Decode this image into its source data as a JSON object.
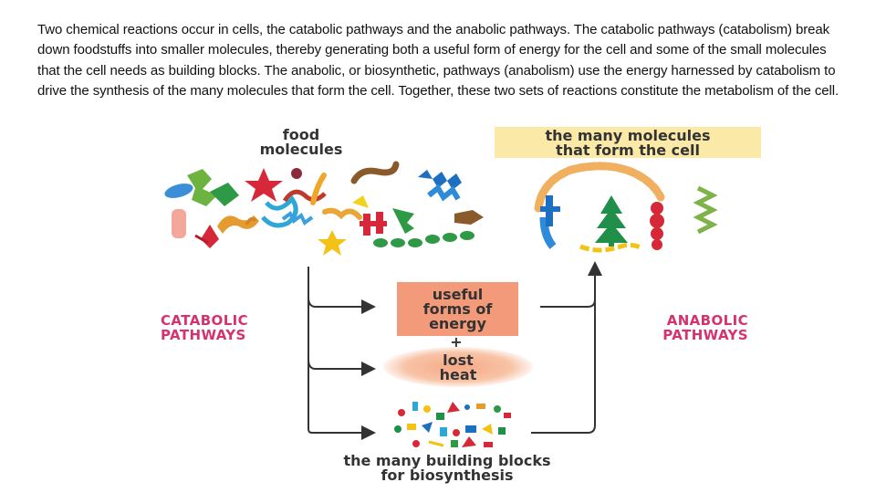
{
  "intro": {
    "text": "Two chemical reactions occur in cells, the catabolic pathways and the anabolic pathways. The catabolic pathways (catabolism) break down foodstuffs into smaller molecules, thereby generating both a useful form of energy for the cell and some of the small molecules that the cell needs as building blocks. The anabolic, or biosynthetic, pathways (anabolism) use the energy harnessed by catabolism to drive the synthesis of the many molecules that form the cell. Together, these two sets of reactions constitute the metabolism of the cell."
  },
  "diagram": {
    "food_label": "food\nmolecules",
    "cell_molecules_label": "the many molecules\nthat form the cell",
    "catabolic_label": "CATABOLIC\nPATHWAYS",
    "anabolic_label": "ANABOLIC\nPATHWAYS",
    "energy_label": "useful\nforms of\nenergy",
    "plus_label": "+",
    "heat_label": "lost\nheat",
    "building_blocks_label": "the many building blocks\nfor biosynthesis",
    "colors": {
      "pathway_text": "#d6326f",
      "energy_box": "#f39a7a",
      "cell_molecules_box": "#fbe9a8",
      "arrow": "#333333"
    }
  }
}
